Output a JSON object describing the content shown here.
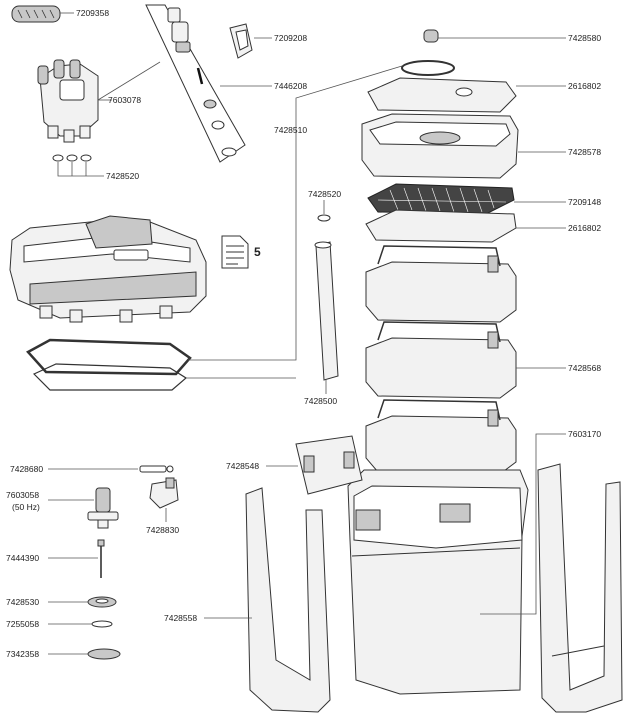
{
  "parts": {
    "p7209358": "7209358",
    "p7209208": "7209208",
    "p7446208": "7446208",
    "p7603078": "7603078",
    "p7428510": "7428510",
    "p7428520a": "7428520",
    "p7428520b": "7428520",
    "p7428580": "7428580",
    "p2616802a": "2616802",
    "p7428578": "7428578",
    "p7209148": "7209148",
    "p2616802b": "2616802",
    "p7428568": "7428568",
    "p7428500": "7428500",
    "p7603170": "7603170",
    "p7428548": "7428548",
    "p7428680": "7428680",
    "p7603058": "7603058",
    "p50hz": "(50 Hz)",
    "p7428830": "7428830",
    "p7444390": "7444390",
    "p7428530": "7428530",
    "p7255058": "7255058",
    "p7342358": "7342358",
    "p7428558": "7428558",
    "manual_number": "5"
  },
  "icons": {
    "manual": "document-icon"
  },
  "colors": {
    "line": "#333333",
    "fill": "#f2f2f2",
    "shade": "#c8c8c8"
  }
}
